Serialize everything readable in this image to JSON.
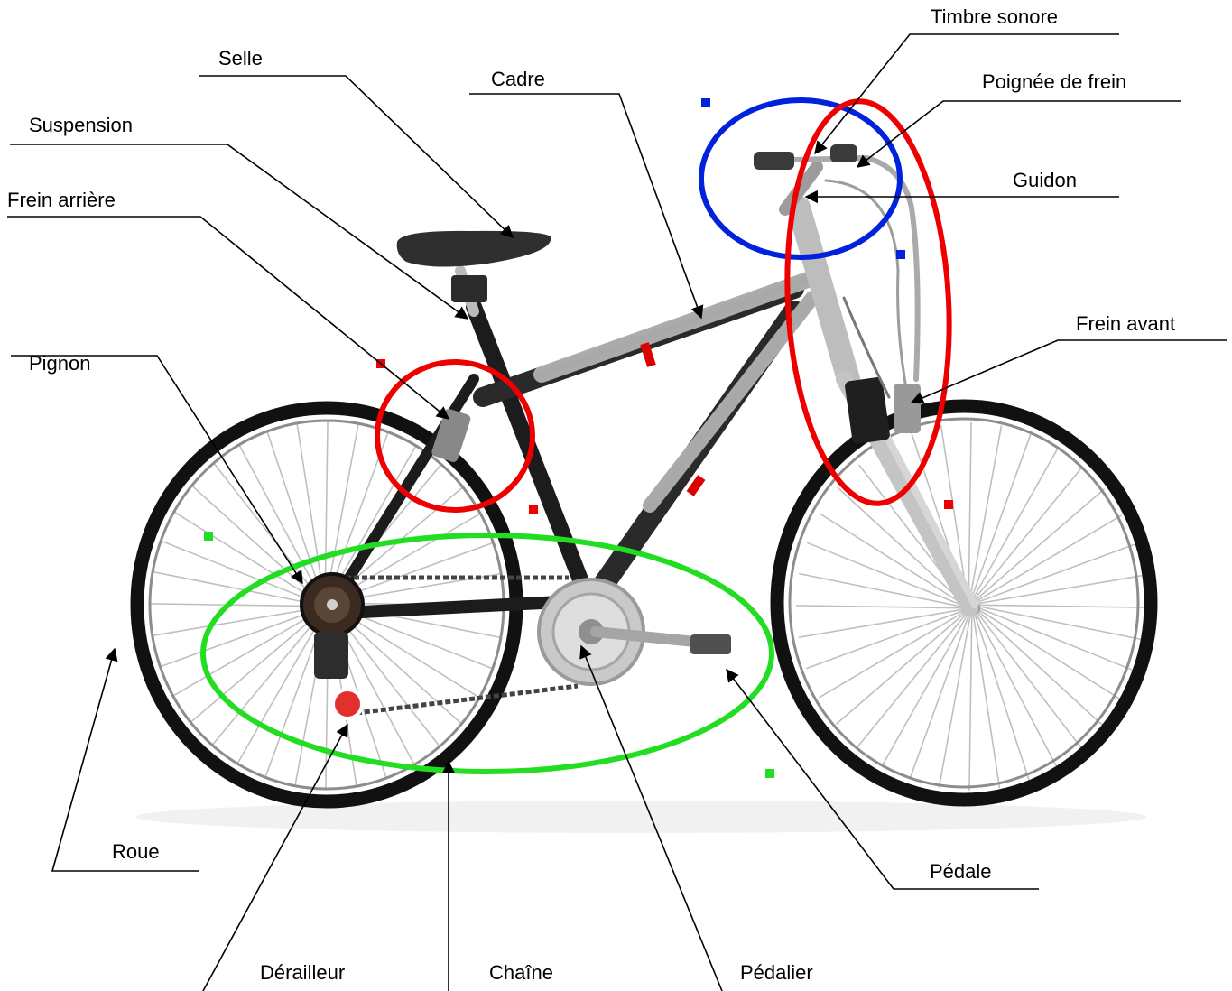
{
  "labels": {
    "timbre_sonore": "Timbre sonore",
    "poignee_de_frein": "Poignée de frein",
    "selle": "Selle",
    "cadre": "Cadre",
    "suspension": "Suspension",
    "guidon": "Guidon",
    "frein_arriere": "Frein arrière",
    "frein_avant": "Frein avant",
    "pignon": "Pignon",
    "roue": "Roue",
    "pedale": "Pédale",
    "derailleur": "Dérailleur",
    "chaine": "Chaîne",
    "pedalier": "Pédalier"
  },
  "colors": {
    "ink": "#000000",
    "steering_group": "#0022dd",
    "brake_group": "#ee0000",
    "drivetrain_group": "#22dd22",
    "frame_dark": "#1c1c1c",
    "frame_silver": "#b4b4b4",
    "spokes": "#bfbfbf"
  }
}
